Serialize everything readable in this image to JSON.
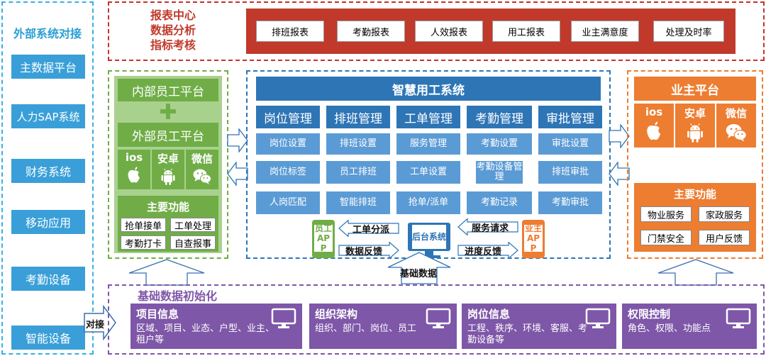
{
  "external": {
    "title": "外部系统对接",
    "items": [
      "主数据平台",
      "人力SAP系统",
      "财务系统",
      "移动应用",
      "考勤设备",
      "智能设备"
    ],
    "connector_label": "对接"
  },
  "reports": {
    "heading_lines": [
      "报表中心",
      "数据分析",
      "指标考核"
    ],
    "tabs": [
      "排班报表",
      "考勤报表",
      "人效报表",
      "用工报表",
      "业主满意度",
      "处理及时率"
    ]
  },
  "left_panel": {
    "internal_title": "内部员工平台",
    "plus_symbol": "✚",
    "external_title": "外部员工平台",
    "platforms": [
      {
        "label": "ios",
        "icon": "apple-icon"
      },
      {
        "label": "安卓",
        "icon": "android-icon"
      },
      {
        "label": "微信",
        "icon": "wechat-icon"
      }
    ],
    "features_title": "主要功能",
    "features": [
      "抢单接单",
      "工单处理",
      "考勤打卡",
      "自查报事"
    ]
  },
  "center": {
    "title": "智慧用工系统",
    "columns": [
      {
        "header": "岗位管理",
        "items": [
          "岗位设置",
          "岗位标签",
          "人岗匹配"
        ]
      },
      {
        "header": "排班管理",
        "items": [
          "排班设置",
          "员工排班",
          "智能排班"
        ]
      },
      {
        "header": "工单管理",
        "items": [
          "服务管理",
          "工单设置",
          "抢单/派单"
        ]
      },
      {
        "header": "考勤管理",
        "items": [
          "考勤设置",
          "考勤设备管理",
          "考勤记录"
        ]
      },
      {
        "header": "审批管理",
        "items": [
          "审批设置",
          "排班审批",
          "考勤审批"
        ]
      }
    ],
    "employee_app": "员工APP",
    "owner_app": "业主APP",
    "backend": "后台系统",
    "dispatch_label": "工单分派",
    "feedback_label": "数据反馈",
    "service_label": "服务请求",
    "progress_label": "进度反馈",
    "base_data_label": "基础数据"
  },
  "right_panel": {
    "title": "业主平台",
    "platforms": [
      {
        "label": "ios",
        "icon": "apple-icon"
      },
      {
        "label": "安卓",
        "icon": "android-icon"
      },
      {
        "label": "微信",
        "icon": "wechat-icon"
      }
    ],
    "features_title": "主要功能",
    "features": [
      "物业服务",
      "家政服务",
      "门禁安全",
      "用户反馈"
    ]
  },
  "base": {
    "title": "基础数据初始化",
    "boxes": [
      {
        "title": "项目信息",
        "desc": "区域、项目、业态、户型、业主、租户等"
      },
      {
        "title": "组织架构",
        "desc": "组织、部门、岗位、员工"
      },
      {
        "title": "岗位信息",
        "desc": "工程、秩序、环境、客服、考勤设备等"
      },
      {
        "title": "权限控制",
        "desc": "角色、权限、功能点"
      }
    ]
  },
  "colors": {
    "external_border": "#3ab0e0",
    "report_border": "#c9302c",
    "report_fill": "#c0392b",
    "green_border": "#70ad47",
    "green_panel": "#a9d18e",
    "blue_border": "#2e75b6",
    "orange_border": "#ed7d31",
    "purple_border": "#7e57a8"
  }
}
